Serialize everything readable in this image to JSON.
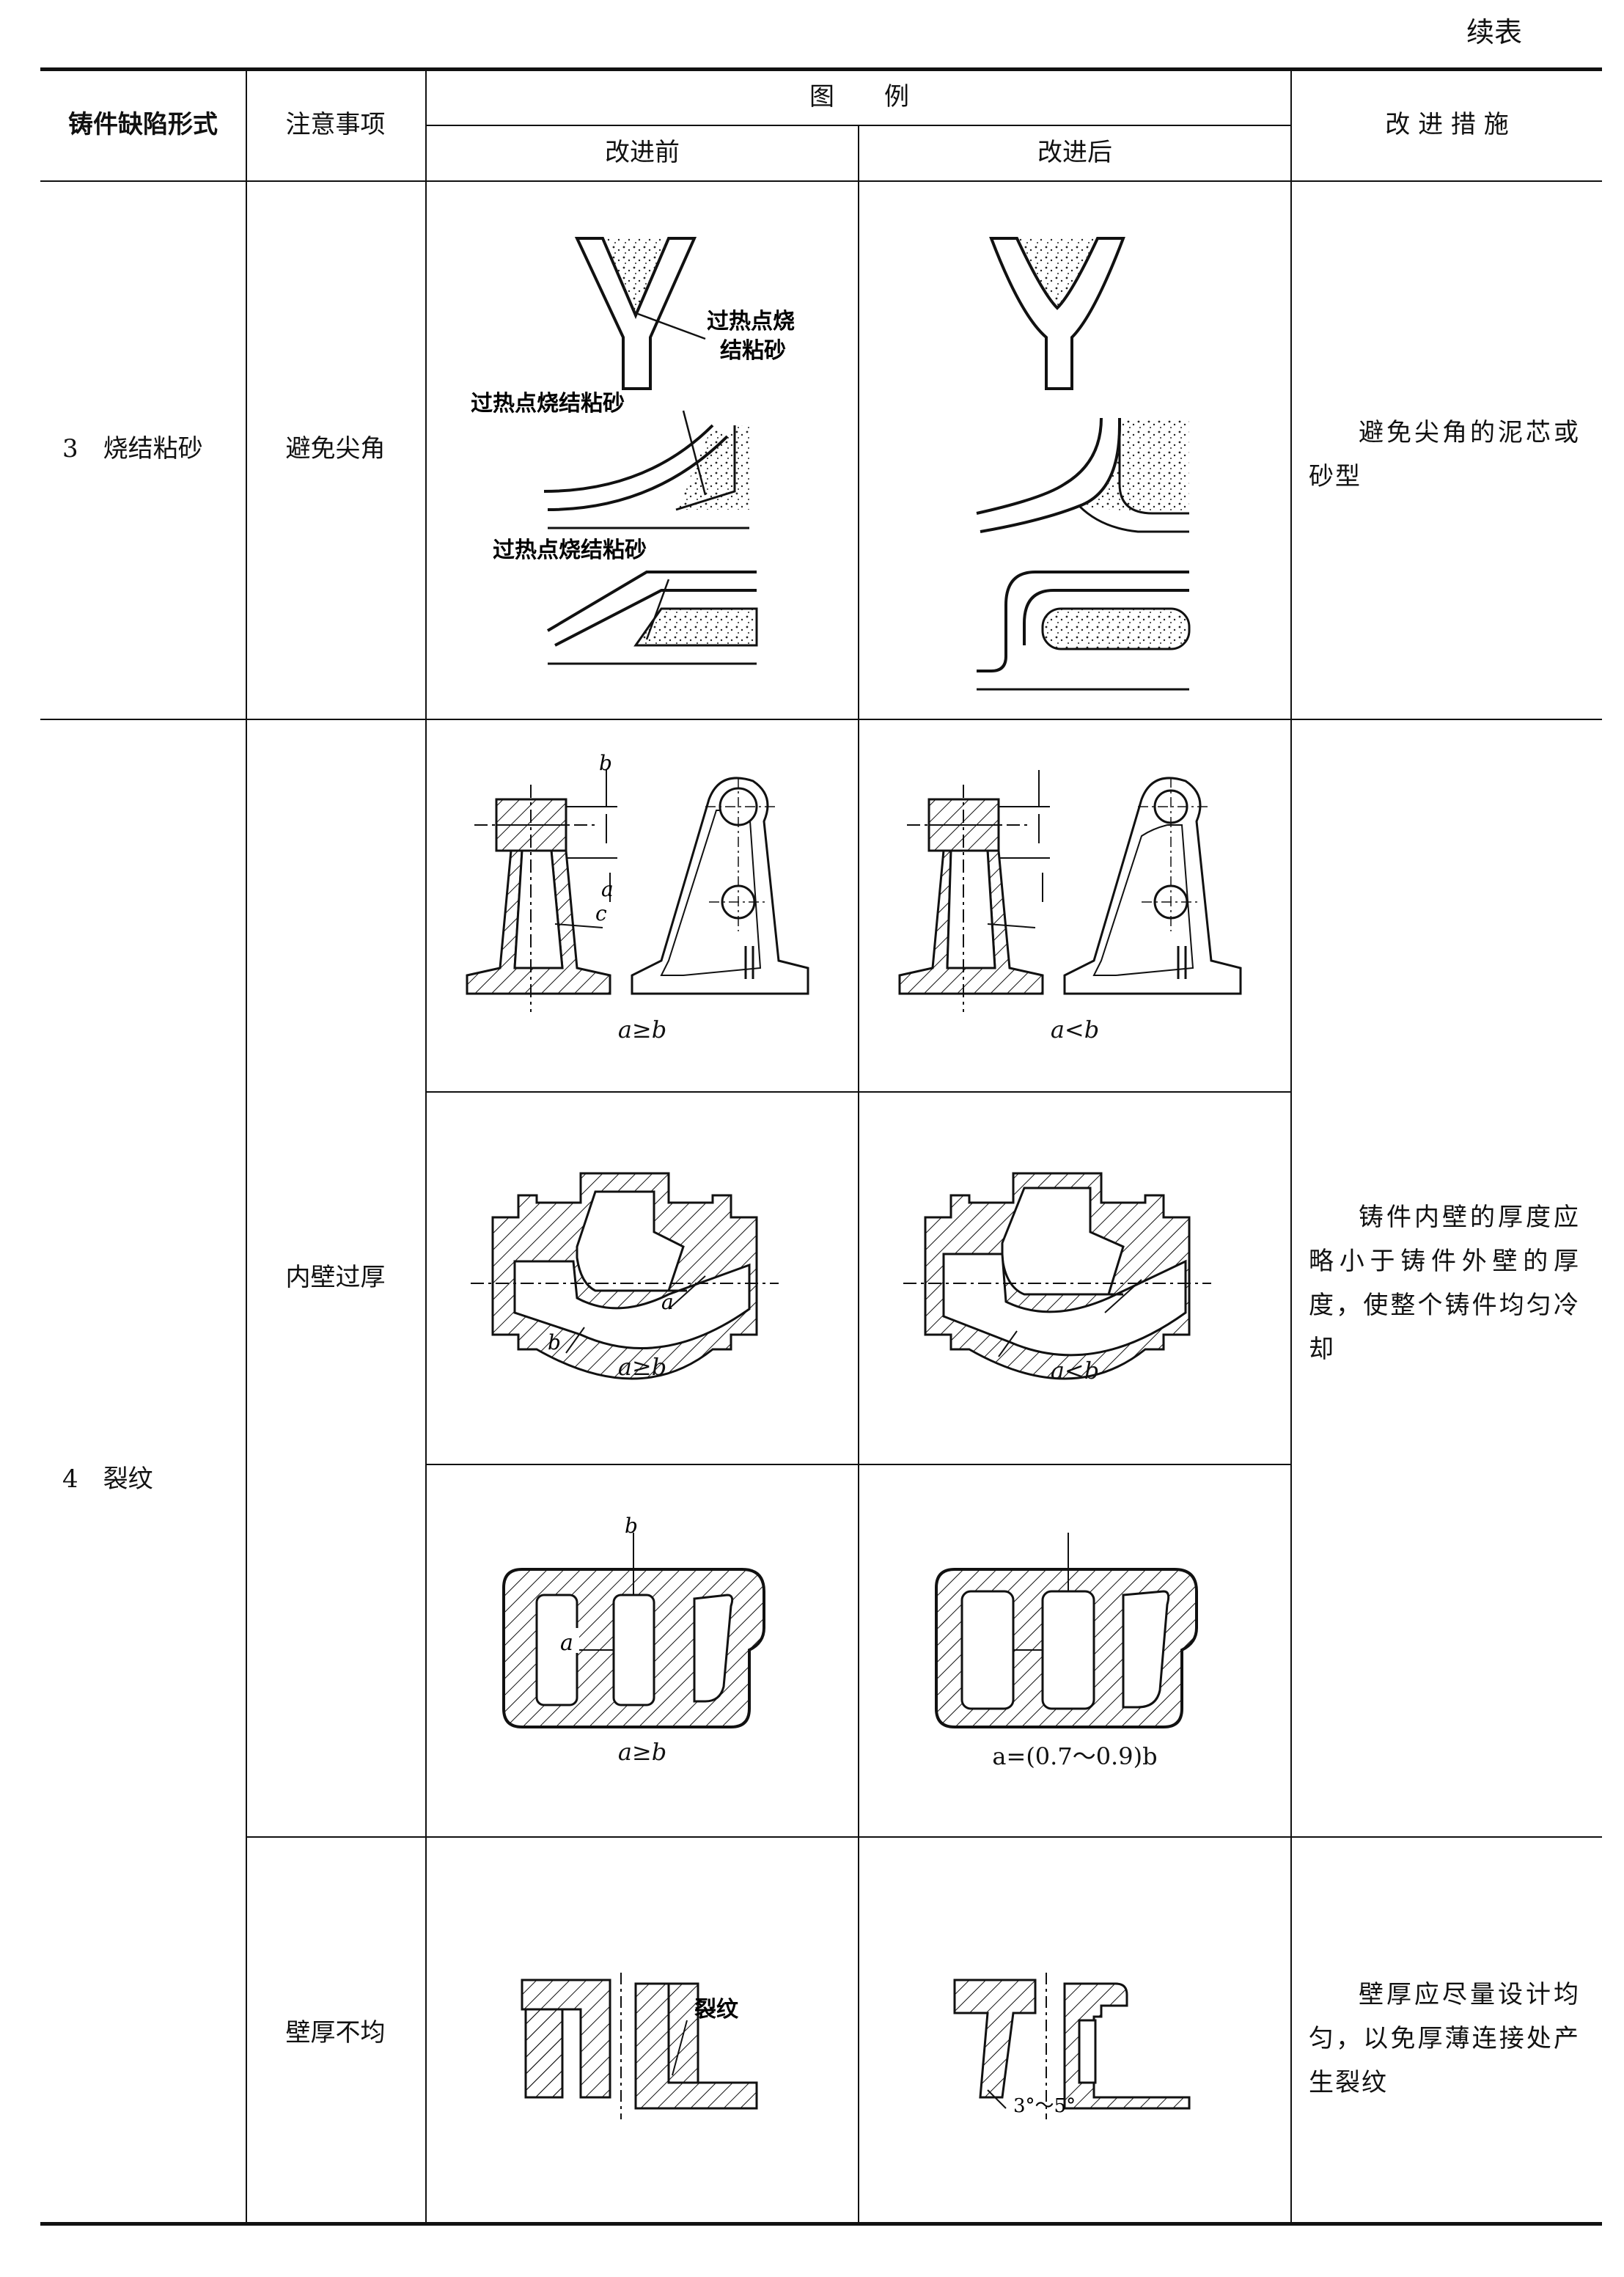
{
  "continued_label": "续表",
  "header": {
    "defect_form": "铸件缺陷形式",
    "notes": "注意事项",
    "legend": "图　　例",
    "before": "改进前",
    "after": "改进后",
    "measures": "改 进 措 施"
  },
  "rows": [
    {
      "defect": "3　烧结粘砂",
      "note": "避免尖角",
      "labels": {
        "hot_spot_1a": "过热点烧",
        "hot_spot_1b": "结粘砂",
        "hot_spot_2": "过热点烧结粘砂",
        "hot_spot_3": "过热点烧结粘砂"
      },
      "measure": "避免尖角的泥芯或砂型"
    },
    {
      "defect": "4　裂纹",
      "subrows": [
        {
          "note": "",
          "caption_before": "a≥b",
          "caption_after": "a<b",
          "dim_labels": [
            "b",
            "a",
            "c"
          ]
        },
        {
          "note": "内壁过厚",
          "caption_before": "a≥b",
          "caption_after": "a<b",
          "dim_labels": [
            "a",
            "b"
          ]
        },
        {
          "note": "",
          "caption_before": "a≥b",
          "caption_after": "a=(0.7～0.9)b",
          "dim_labels": [
            "a",
            "b"
          ]
        },
        {
          "note": "壁厚不均",
          "crack_label": "裂纹",
          "angle_label": "3°～5°",
          "measure": "壁厚应尽量设计均匀，以免厚薄连接处产生裂纹"
        }
      ],
      "measure": "铸件内壁的厚度应略小于铸件外壁的厚度，使整个铸件均匀冷却"
    }
  ]
}
